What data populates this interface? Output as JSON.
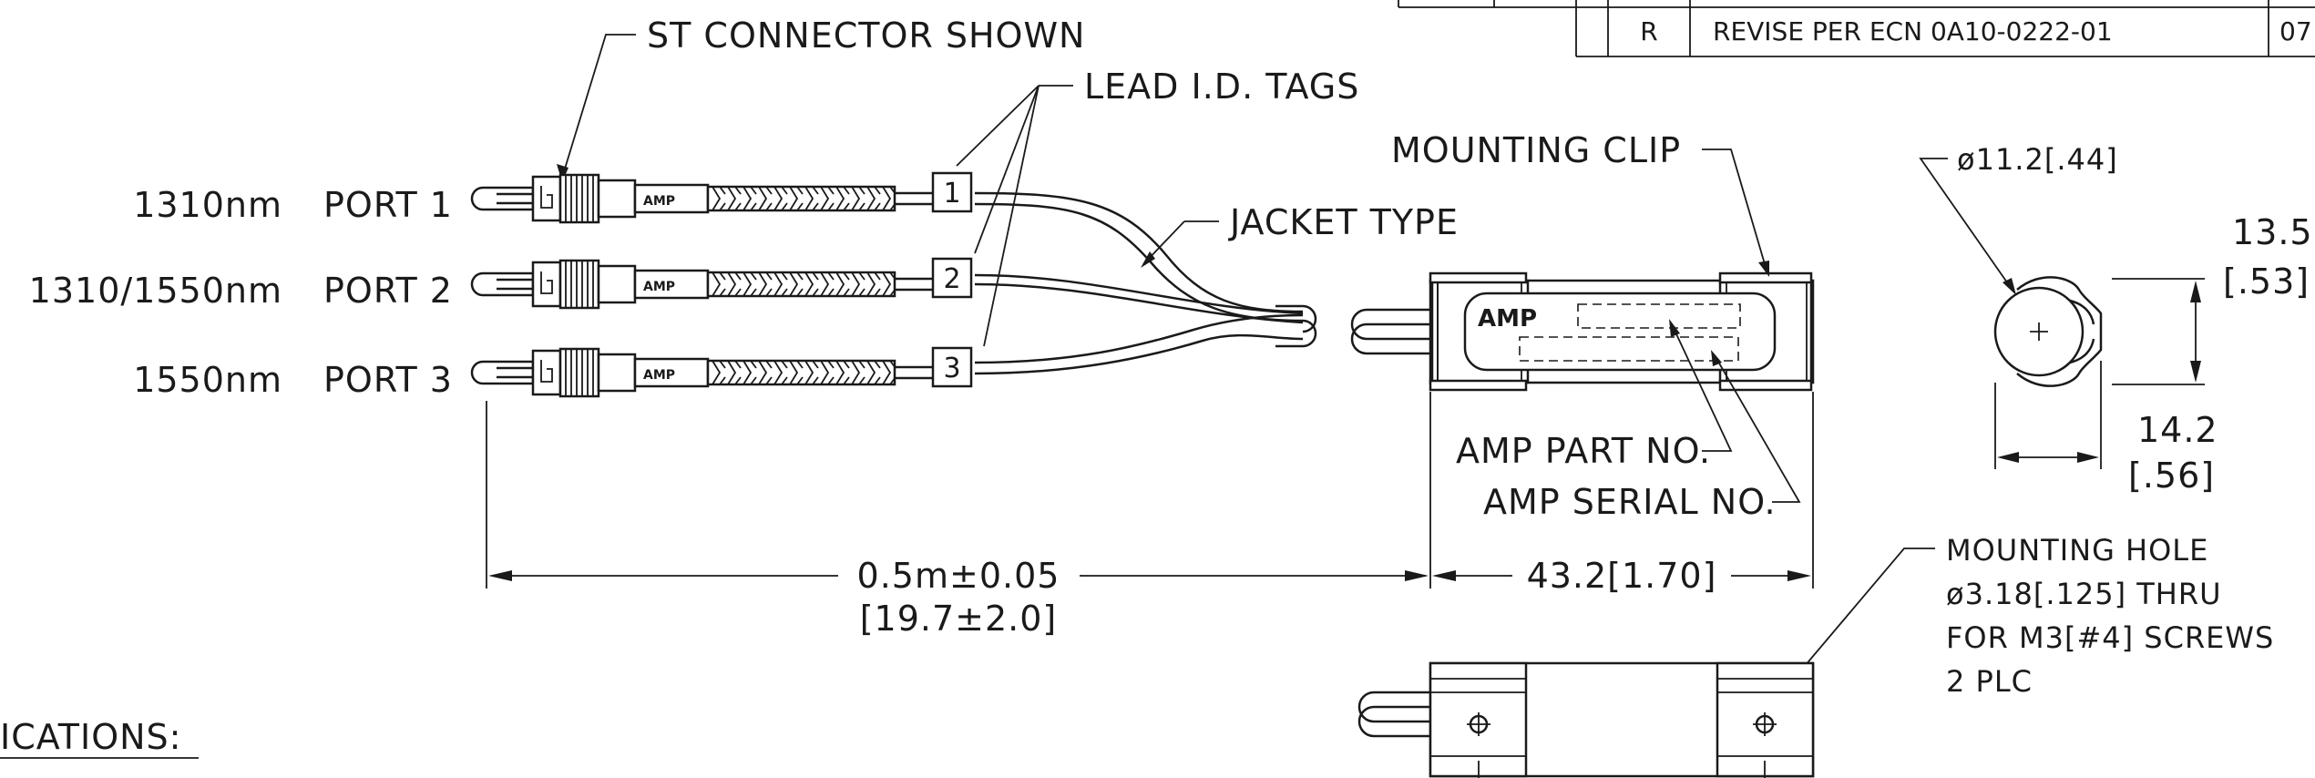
{
  "revision_table": {
    "rev": "R",
    "description": "REVISE PER ECN 0A10-0222-01",
    "date_partial": "07"
  },
  "callouts": {
    "st_connector": "ST CONNECTOR SHOWN",
    "lead_id_tags": "LEAD I.D. TAGS",
    "jacket_type": "JACKET TYPE",
    "mounting_clip": "MOUNTING CLIP",
    "amp_part_no": "AMP PART NO.",
    "amp_serial_no": "AMP SERIAL NO.",
    "mounting_hole": [
      "MOUNTING HOLE",
      "ø3.18[.125] THRU",
      "FOR M3[#4] SCREWS",
      "2 PLC"
    ]
  },
  "ports": [
    {
      "wavelength": "1310nm",
      "name": "PORT 1",
      "tag": "1"
    },
    {
      "wavelength": "1310/1550nm",
      "name": "PORT 2",
      "tag": "2"
    },
    {
      "wavelength": "1550nm",
      "name": "PORT 3",
      "tag": "3"
    }
  ],
  "connector_brand": "AMP",
  "clip_brand": "AMP",
  "dimensions": {
    "lead_length": "0.5m±0.05",
    "lead_length_in": "[19.7±2.0]",
    "body_length": "43.2[1.70]",
    "clip_diameter": "ø11.2[.44]",
    "clip_height": "13.5",
    "clip_height_in": "[.53]",
    "clip_width": "14.2",
    "clip_width_in": "[.56]"
  },
  "section_heading": "ICATIONS:"
}
